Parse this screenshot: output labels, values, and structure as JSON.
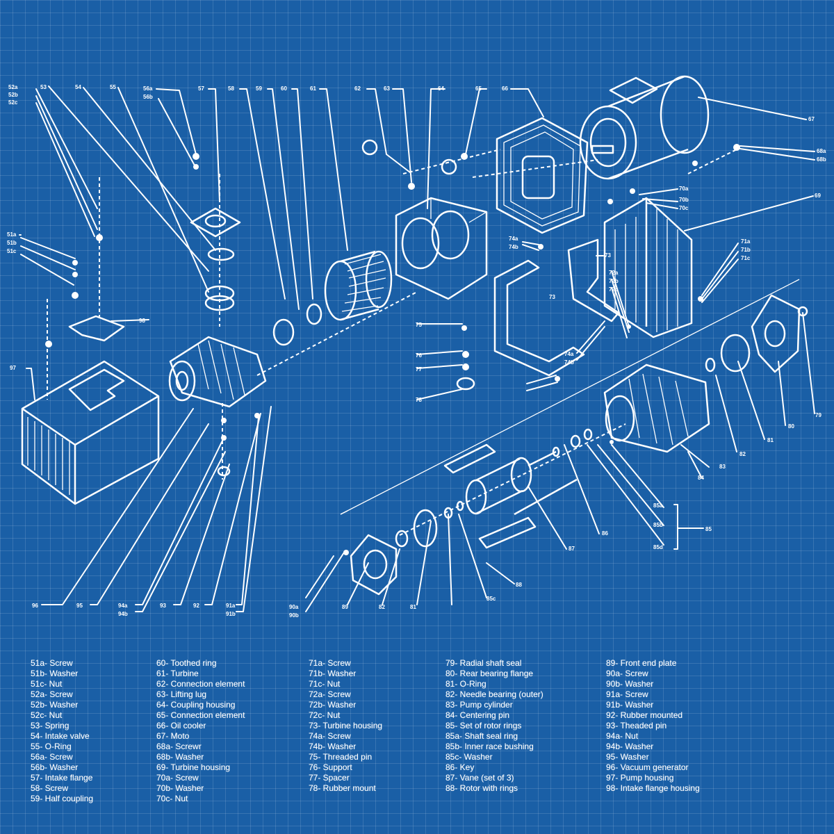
{
  "diagram_labels": [
    {
      "id": "52a",
      "text": "52a"
    },
    {
      "id": "52b",
      "text": "52b"
    },
    {
      "id": "52c",
      "text": "52c"
    },
    {
      "id": "53",
      "text": "53"
    },
    {
      "id": "54",
      "text": "54"
    },
    {
      "id": "55",
      "text": "55"
    },
    {
      "id": "56a",
      "text": "56a"
    },
    {
      "id": "56b",
      "text": "56b"
    },
    {
      "id": "57",
      "text": "57"
    },
    {
      "id": "58",
      "text": "58"
    },
    {
      "id": "59",
      "text": "59"
    },
    {
      "id": "60",
      "text": "60"
    },
    {
      "id": "61",
      "text": "61"
    },
    {
      "id": "62",
      "text": "62"
    },
    {
      "id": "63",
      "text": "63"
    },
    {
      "id": "64",
      "text": "64"
    },
    {
      "id": "65",
      "text": "65"
    },
    {
      "id": "66",
      "text": "66"
    },
    {
      "id": "67",
      "text": "67"
    },
    {
      "id": "68a",
      "text": "68a"
    },
    {
      "id": "68b",
      "text": "68b"
    },
    {
      "id": "69",
      "text": "69"
    },
    {
      "id": "70a",
      "text": "70a"
    },
    {
      "id": "70b",
      "text": "70b"
    },
    {
      "id": "70c",
      "text": "70c"
    },
    {
      "id": "71a",
      "text": "71a"
    },
    {
      "id": "71b",
      "text": "71b"
    },
    {
      "id": "71c",
      "text": "71c"
    },
    {
      "id": "51a",
      "text": "51a"
    },
    {
      "id": "51b",
      "text": "51b"
    },
    {
      "id": "51c",
      "text": "51c"
    },
    {
      "id": "72a",
      "text": "72a"
    },
    {
      "id": "72b",
      "text": "72b"
    },
    {
      "id": "72c",
      "text": "72c"
    },
    {
      "id": "73",
      "text": "73"
    },
    {
      "id": "73b",
      "text": "73"
    },
    {
      "id": "74a",
      "text": "74a"
    },
    {
      "id": "74b",
      "text": "74b"
    },
    {
      "id": "74a2",
      "text": "74a"
    },
    {
      "id": "74b2",
      "text": "74b"
    },
    {
      "id": "75",
      "text": "75"
    },
    {
      "id": "76",
      "text": "76"
    },
    {
      "id": "77",
      "text": "77"
    },
    {
      "id": "78",
      "text": "78"
    },
    {
      "id": "79",
      "text": "79"
    },
    {
      "id": "80",
      "text": "80"
    },
    {
      "id": "81",
      "text": "81"
    },
    {
      "id": "81b",
      "text": "81"
    },
    {
      "id": "82",
      "text": "82"
    },
    {
      "id": "82b",
      "text": "82"
    },
    {
      "id": "83",
      "text": "83"
    },
    {
      "id": "84",
      "text": "84"
    },
    {
      "id": "85",
      "text": "85"
    },
    {
      "id": "85a",
      "text": "85a"
    },
    {
      "id": "85b",
      "text": "85b"
    },
    {
      "id": "85c",
      "text": "85c"
    },
    {
      "id": "85d",
      "text": "85d"
    },
    {
      "id": "86",
      "text": "86"
    },
    {
      "id": "87",
      "text": "87"
    },
    {
      "id": "88",
      "text": "88"
    },
    {
      "id": "89",
      "text": "89"
    },
    {
      "id": "90a",
      "text": "90a"
    },
    {
      "id": "90b",
      "text": "90b"
    },
    {
      "id": "91a",
      "text": "91a"
    },
    {
      "id": "91b",
      "text": "91b"
    },
    {
      "id": "92",
      "text": "92"
    },
    {
      "id": "93",
      "text": "93"
    },
    {
      "id": "94a",
      "text": "94a"
    },
    {
      "id": "94b",
      "text": "94b"
    },
    {
      "id": "95",
      "text": "95"
    },
    {
      "id": "96",
      "text": "96"
    },
    {
      "id": "97",
      "text": "97"
    },
    {
      "id": "98",
      "text": "98"
    }
  ],
  "legend": {
    "col1": [
      "51a- Screw",
      "51b- Washer",
      "51c- Nut",
      "52a- Screw",
      "52b- Washer",
      "52c- Nut",
      "53- Spring",
      "54- Intake valve",
      "55- O-Ring",
      "56a- Screw",
      "56b- Washer",
      "57- Intake flange",
      "58- Screw",
      "59- Half coupling"
    ],
    "col2": [
      "60- Toothed ring",
      "61- Turbine",
      "62- Connection element",
      "63- Lifting lug",
      "64- Coupling housing",
      "65- Connection element",
      "66- Oil cooler",
      "67- Moto",
      "68a- Screwr",
      "68b- Washer",
      "69- Turbine housing",
      "70a- Screw",
      "70b- Washer",
      "70c- Nut"
    ],
    "col3": [
      "71a- Screw",
      "71b- Washer",
      "71c- Nut",
      "72a- Screw",
      "72b- Washer",
      "72c- Nut",
      "73- Turbine housing",
      "74a- Screw",
      "74b- Washer",
      "75- Threaded pin",
      "76- Support",
      "77- Spacer",
      "78- Rubber mount"
    ],
    "col4": [
      "79- Radial shaft seal",
      "80- Rear bearing flange",
      "81- O-Ring",
      "82- Needle bearing (outer)",
      "83- Pump cylinder",
      "84- Centering pin",
      "85- Set of rotor rings",
      "85a- Shaft seal ring",
      "85b- Inner race bushing",
      "85c- Washer",
      "86- Key",
      "87- Vane (set of 3)",
      "88- Rotor with rings"
    ],
    "col5": [
      "89- Front end plate",
      "90a- Screw",
      "90b- Washer",
      "91a- Screw",
      "91b- Washer",
      "92- Rubber mounted",
      "93- Theaded pin",
      "94a- Nut",
      "94b- Washer",
      "95- Washer",
      "96- Vacuum generator",
      "97- Pump housing",
      "98- Intake flange housing"
    ]
  }
}
